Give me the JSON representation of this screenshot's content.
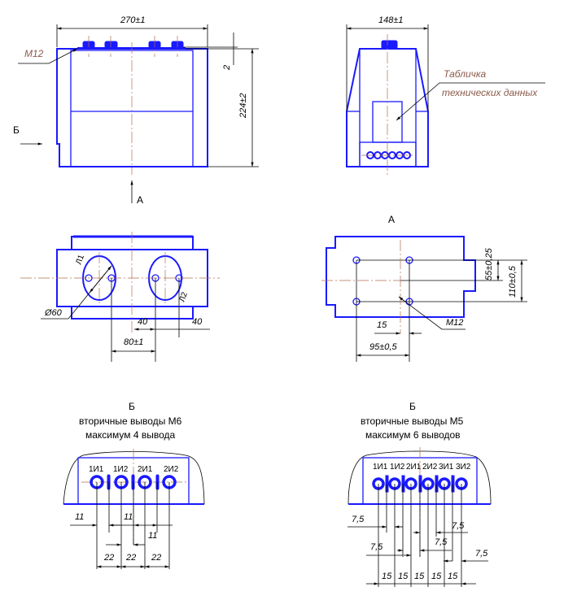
{
  "front_view": {
    "width_dim": "270±1",
    "height_dim": "224±2",
    "gap_dim": "2",
    "thread_label": "M12",
    "view_b_label": "Б",
    "view_a_label": "A"
  },
  "side_view": {
    "width_dim": "148±1",
    "plate_label_1": "Табличка",
    "plate_label_2": "технических данных"
  },
  "bottom_view": {
    "diameter_dim": "Ø60",
    "dim_40_left": "40",
    "dim_40_right": "40",
    "dim_80": "80±1",
    "mark_l1": "Л1",
    "mark_l2": "Л2"
  },
  "view_a": {
    "title": "A",
    "dim_55": "55±0,25",
    "dim_110": "110±0,5",
    "dim_15": "15",
    "dim_95": "95±0,5",
    "thread_label": "M12"
  },
  "terminals_m6": {
    "title": "Б",
    "line1": "вторичные выводы М6",
    "line2": "максимум 4 вывода",
    "labels": [
      "1И1",
      "1И2",
      "2И1",
      "2И2"
    ],
    "dim_11": "11",
    "dim_22": "22"
  },
  "terminals_m5": {
    "title": "Б",
    "line1": "вторичные выводы М5",
    "line2": "максимум 6 выводов",
    "labels": [
      "1И1",
      "1И2",
      "2И1",
      "2И2",
      "3И1",
      "3И2"
    ],
    "dim_7_5": "7,5",
    "dim_15": "15"
  }
}
